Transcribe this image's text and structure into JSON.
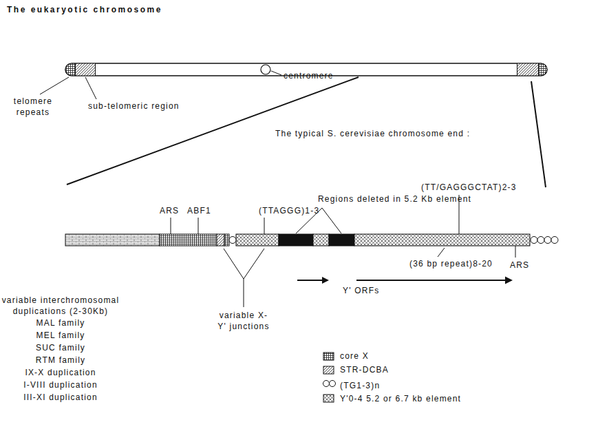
{
  "diagram": {
    "title": "The eukaryotic chromosome",
    "labels": [
      "telomere repeats",
      "sub-telomeric region",
      "centromere",
      "The typical S. cerevisiae chromosome end :",
      "Regions deleted in 5.2 Kb element",
      "ARS",
      "ABF1",
      "(TTAGGG)1-3",
      "(TT/GAGGGCTAT)2-3",
      "variable X-Y' junctions",
      "(36 bp repeat)8-20",
      "ARS",
      "Y' ORFs",
      "variable interchromosomal duplications (2-30Kb)",
      "MAL family",
      "MEL family",
      "SUC family",
      "RTM family",
      "IX-X duplication",
      "I-VIII duplication",
      "III-XI duplication"
    ],
    "legend": [
      {
        "text": "core X"
      },
      {
        "text": "STR-DCBA"
      },
      {
        "text": "(TG1-3)n"
      },
      {
        "text": "Y'0-4 5.2 or 6.7 kb element"
      }
    ]
  }
}
